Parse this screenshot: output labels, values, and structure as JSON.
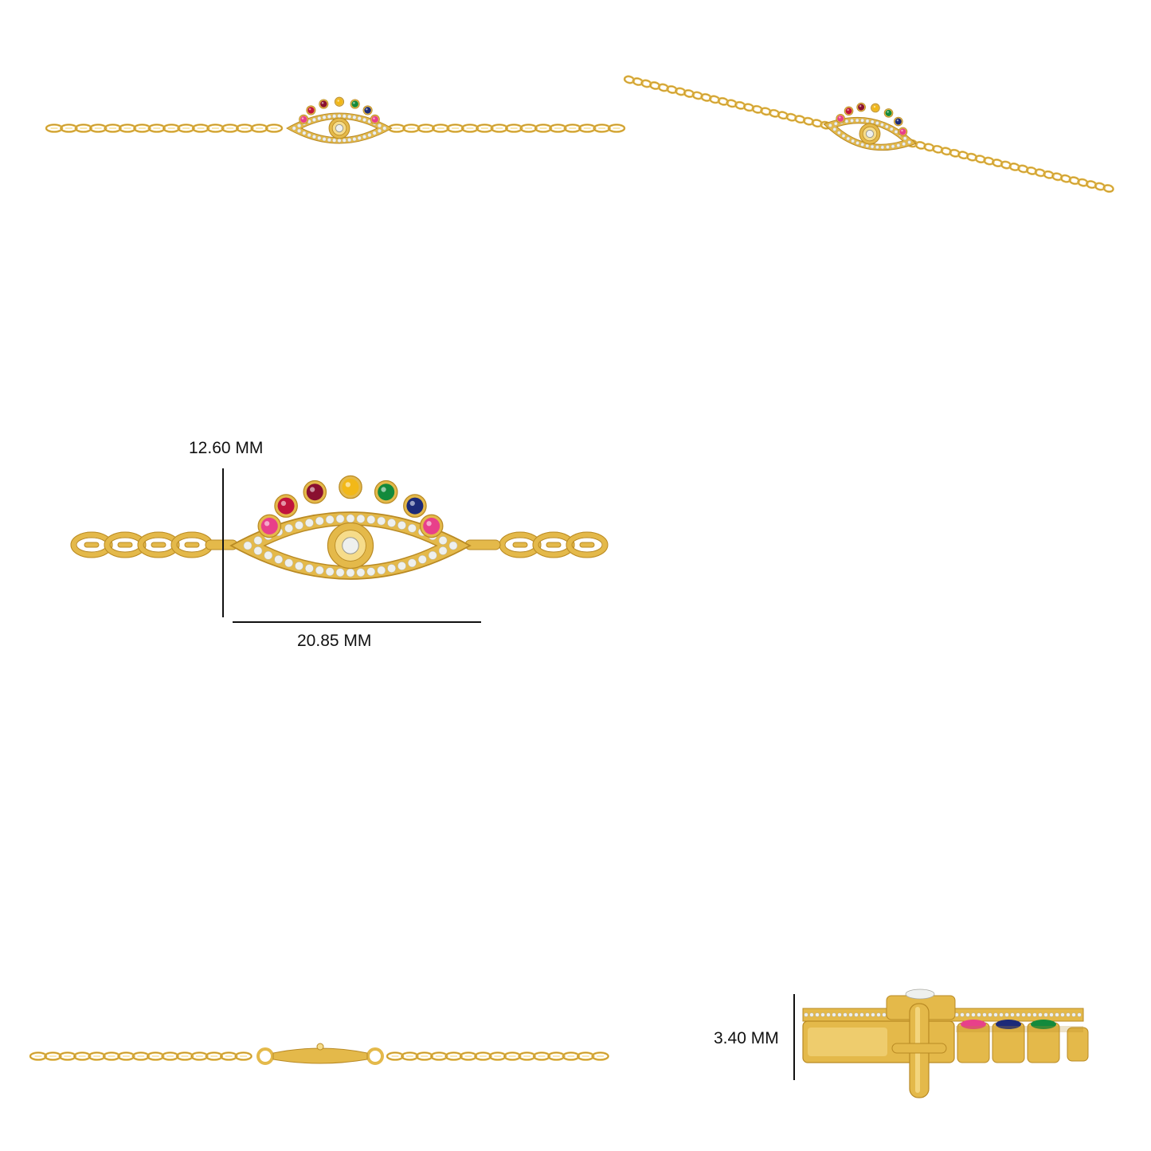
{
  "dimensions": {
    "height": "12.60 MM",
    "width": "20.85 MM",
    "depth": "3.40 MM"
  },
  "colors": {
    "gold": "#e4b94a",
    "gold_light": "#f6dc8a",
    "gold_dark": "#b98a24",
    "diamond": "#eef0ee",
    "pink": "#e8408a",
    "ruby": "#c0143c",
    "garnet": "#8a1030",
    "citrine": "#f2b818",
    "emerald": "#138a3c",
    "sapphire": "#1c2a78",
    "dim_line": "#111111"
  },
  "gem_sequence": [
    "pink",
    "ruby",
    "garnet",
    "citrine",
    "emerald",
    "sapphire",
    "pink"
  ]
}
